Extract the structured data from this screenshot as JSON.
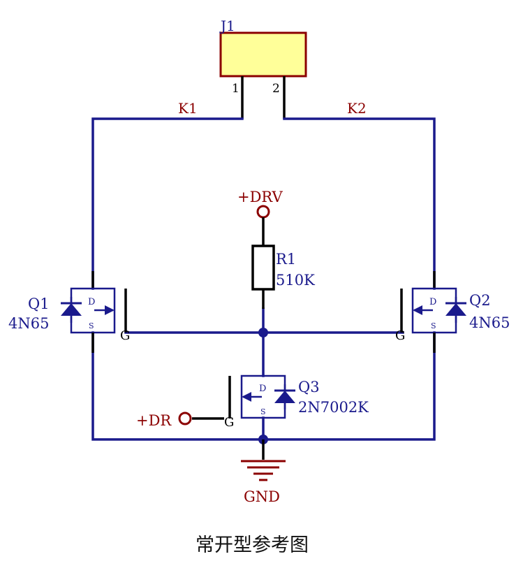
{
  "colors": {
    "wire": "#1a1a8c",
    "pin": "#000000",
    "power": "#8b0000",
    "connector_fill": "#ffff99",
    "connector_border": "#8b0000",
    "text_blue": "#1a1a8c",
    "text_red": "#8b0000"
  },
  "connector": {
    "ref": "J1",
    "pin1": "1",
    "pin2": "2"
  },
  "nets": {
    "k1": "K1",
    "k2": "K2"
  },
  "power": {
    "drv": "+DRV",
    "dr": "+DR",
    "gnd": "GND"
  },
  "resistor": {
    "ref": "R1",
    "value": "510K"
  },
  "q1": {
    "ref": "Q1",
    "value": "4N65",
    "d": "D",
    "s": "S",
    "g": "G"
  },
  "q2": {
    "ref": "Q2",
    "value": "4N65",
    "d": "D",
    "s": "S",
    "g": "G"
  },
  "q3": {
    "ref": "Q3",
    "value": "2N7002K",
    "d": "D",
    "s": "S",
    "g": "G"
  },
  "caption": "常开型参考图",
  "icons": [
    "power-port-circle-icon",
    "ground-symbol-icon",
    "junction-dot-icon",
    "mosfet-icon",
    "diode-icon"
  ]
}
